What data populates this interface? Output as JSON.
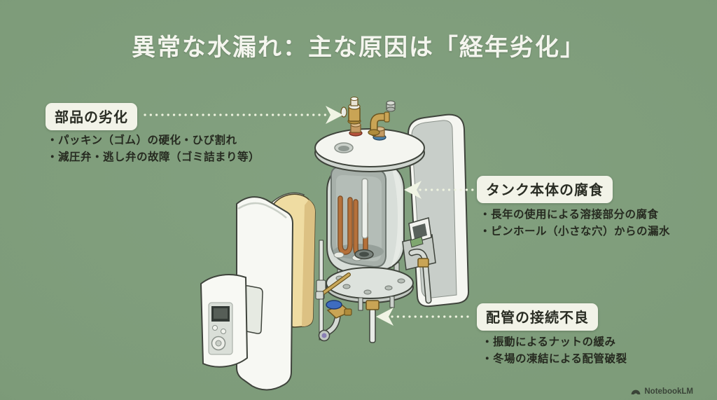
{
  "slide": {
    "title": "異常な水漏れ：主な原因は「経年劣化」",
    "callouts": [
      {
        "id": "parts-deterioration",
        "label": "部品の劣化",
        "bullets": [
          "・パッキン（ゴム）の硬化・ひび割れ",
          "・減圧弁・逃し弁の故障（ゴミ詰まり等）"
        ],
        "arrow_direction": "right"
      },
      {
        "id": "tank-corrosion",
        "label": "タンク本体の腐食",
        "bullets": [
          "・長年の使用による溶接部分の腐食",
          "・ピンホール（小さな穴）からの漏水"
        ],
        "arrow_direction": "left"
      },
      {
        "id": "pipe-connection-failure",
        "label": "配管の接続不良",
        "bullets": [
          "・振動によるナットの緩み",
          "・冬場の凍結による配管破裂"
        ],
        "arrow_direction": "left"
      }
    ],
    "watermark": {
      "brand": "NotebookLM"
    },
    "illustration": {
      "description": "exploded-view electric storage water heater",
      "parts": [
        "front-control-panel",
        "control-display",
        "control-knob",
        "outer-shell-front",
        "insulation-shell",
        "sensor-rod",
        "back-shell",
        "tank-body",
        "tank-cutaway",
        "heating-element-coil",
        "anode-tube",
        "drain-port",
        "top-lid",
        "relief-valve",
        "inlet-elbow",
        "pipe-cap",
        "red-port-fitting",
        "blue-port-fitting",
        "thermostat-box",
        "base-plate",
        "mixing-valve",
        "pipes",
        "connection-nuts"
      ]
    },
    "colors": {
      "background": "#7D9B79",
      "title_text": "#F4F5EE",
      "label_box_bg": "#F2F3E8",
      "label_text": "#2A2D24",
      "body_text": "#262A20",
      "dotted_line": "#EEF3DF",
      "tank_gray": "#D8DED9",
      "tank_interior": "#A7B0AA",
      "insulation_yellow": "#EFDCA2",
      "copper_coil": "#B5713B",
      "brass": "#C9A455",
      "valve_handle_blue": "#3E6CC0",
      "hot_port_red": "#B5523C",
      "cold_port_blue": "#4A7FA8"
    }
  }
}
